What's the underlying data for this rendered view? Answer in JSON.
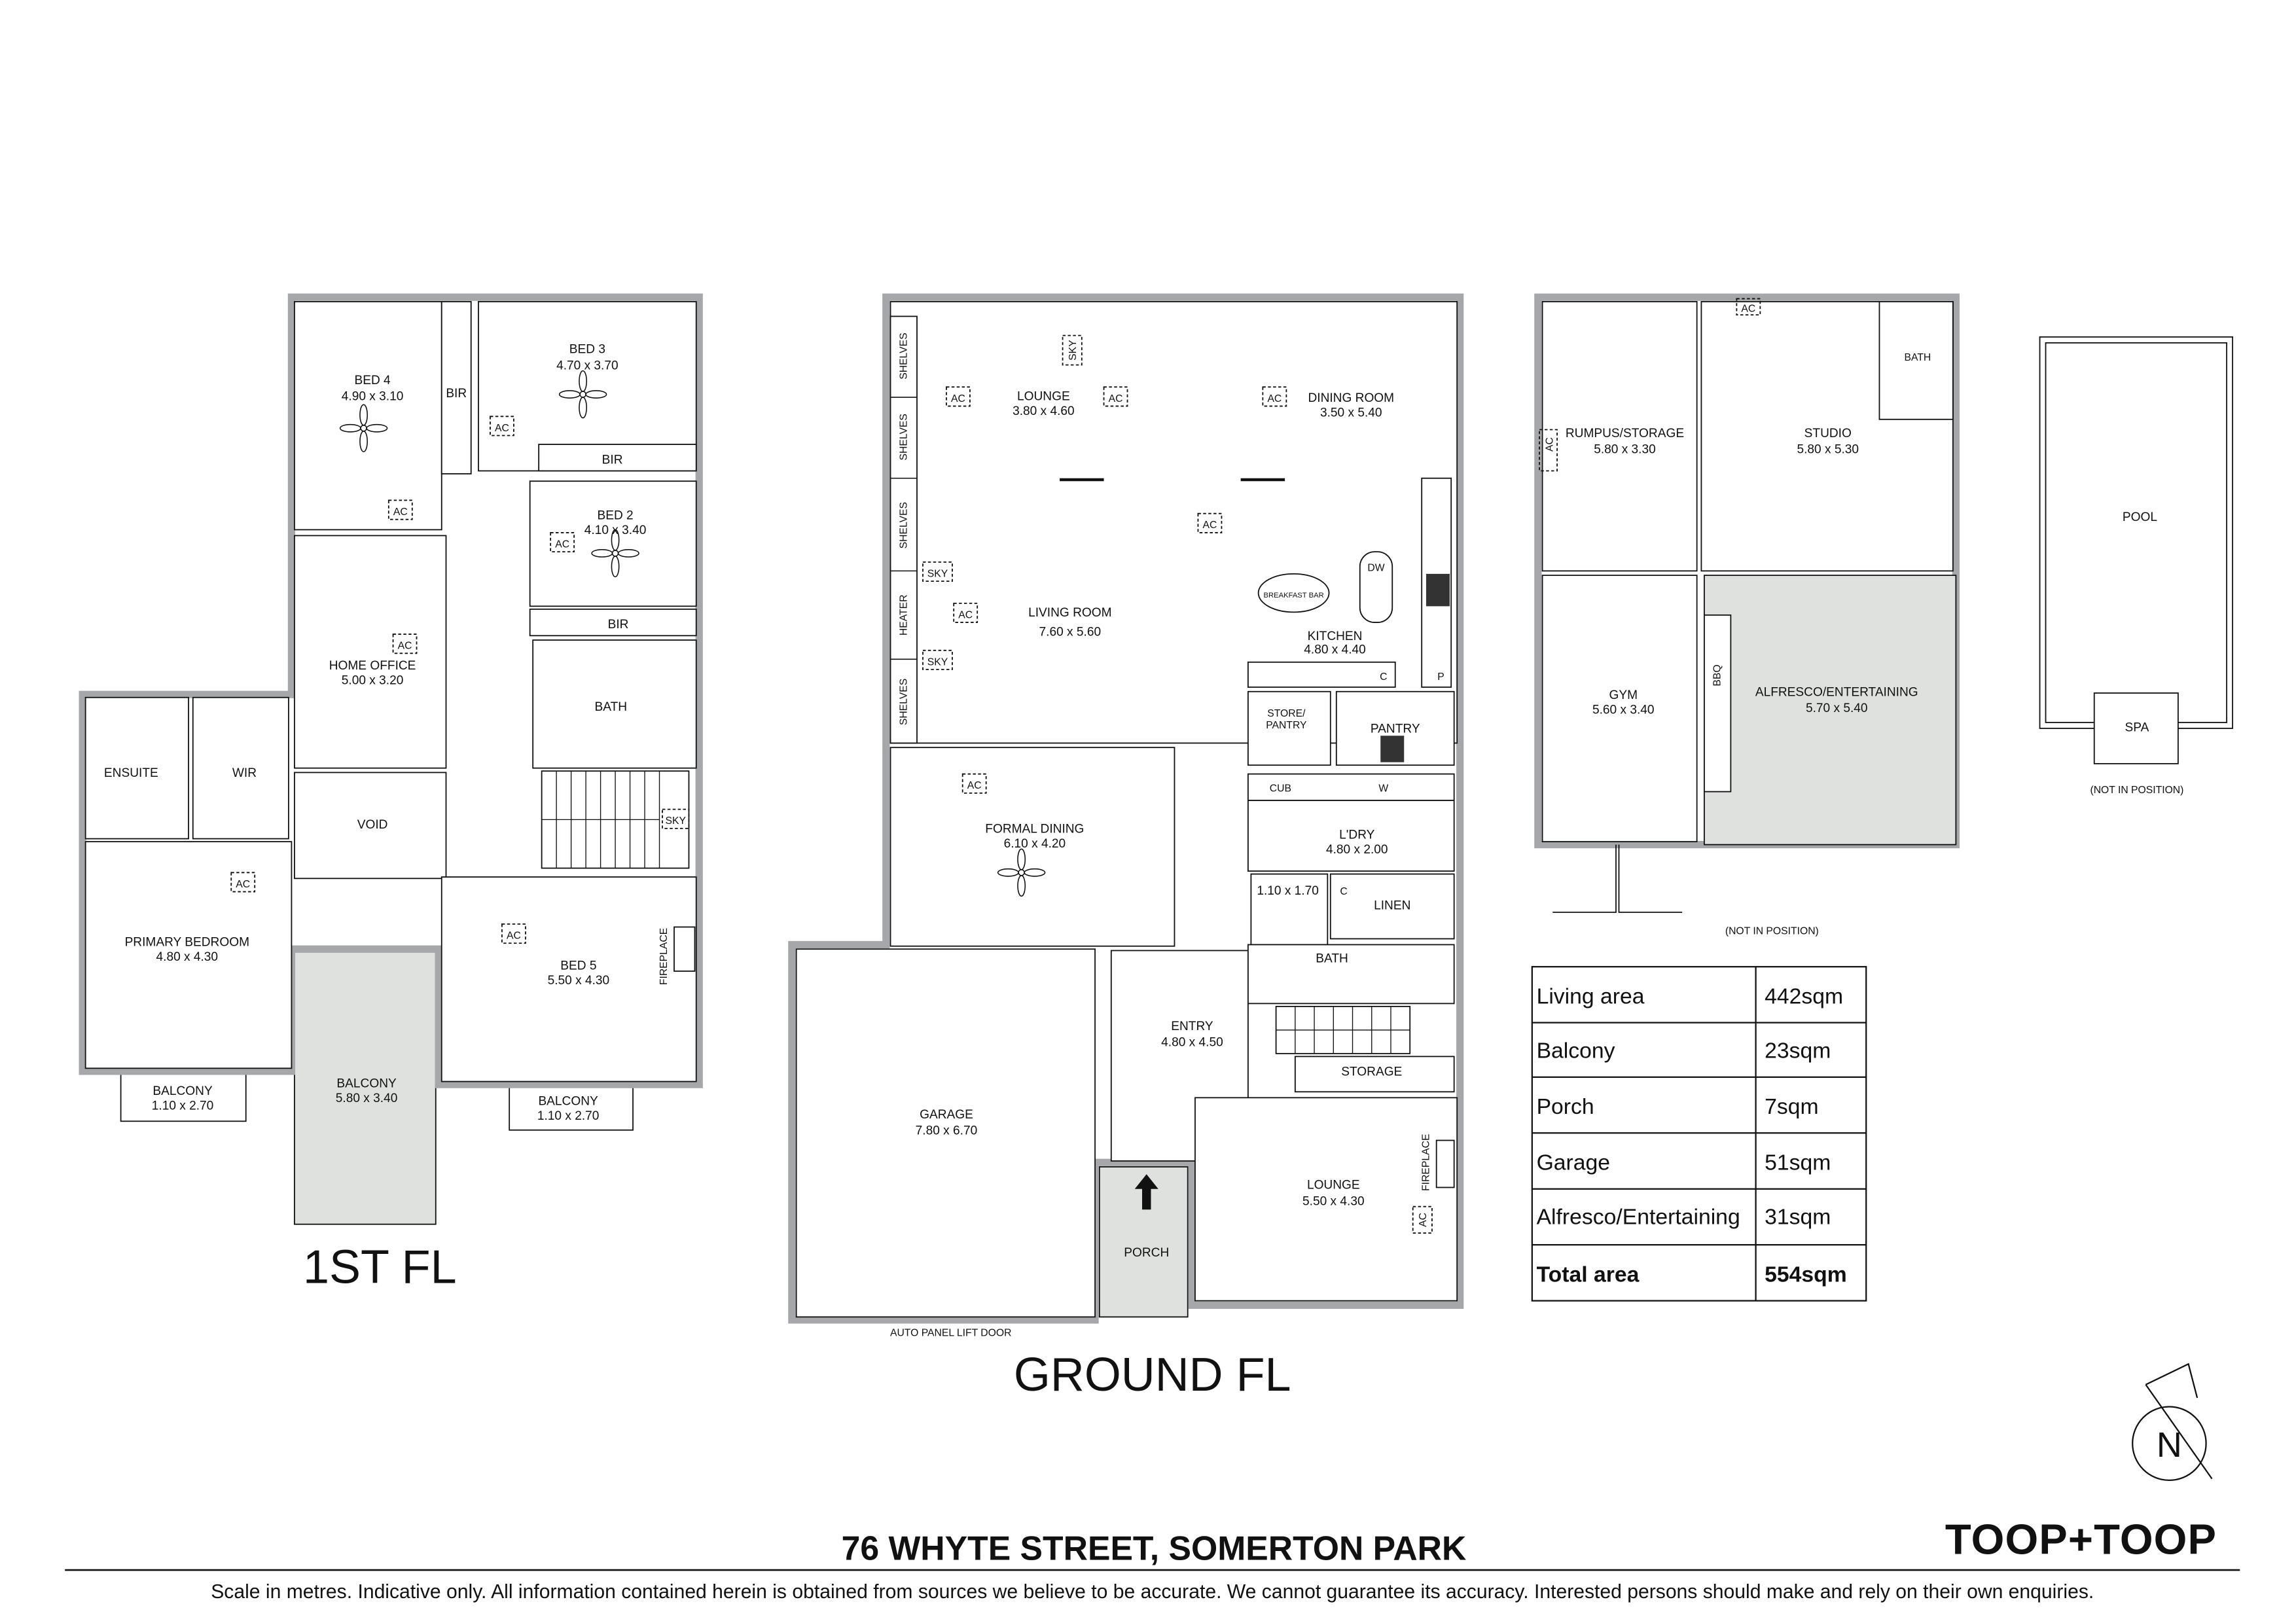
{
  "first_floor": {
    "title": "1ST FL",
    "rooms": [
      {
        "name": "BED 4",
        "dims": "4.90 x 3.10"
      },
      {
        "name": "BIR"
      },
      {
        "name": "BED 3",
        "dims": "4.70 x 3.70"
      },
      {
        "name": "BIR"
      },
      {
        "name": "BED 2",
        "dims": "4.10 x 3.40"
      },
      {
        "name": "BIR"
      },
      {
        "name": "HOME OFFICE",
        "dims": "5.00 x 3.20"
      },
      {
        "name": "BATH"
      },
      {
        "name": "ENSUITE"
      },
      {
        "name": "WIR"
      },
      {
        "name": "VOID"
      },
      {
        "name": "PRIMARY BEDROOM",
        "dims": "4.80 x 4.30"
      },
      {
        "name": "BED 5",
        "dims": "5.50 x 4.30"
      },
      {
        "name": "FIREPLACE"
      },
      {
        "name": "BALCONY",
        "dims": "5.80 x 3.40"
      },
      {
        "name": "BALCONY",
        "dims": "1.10 x 2.70"
      },
      {
        "name": "BALCONY",
        "dims": "1.10 x 2.70"
      }
    ],
    "ac_label": "AC",
    "sky_label": "SKY"
  },
  "ground_floor": {
    "title": "GROUND FL",
    "rooms": [
      {
        "name": "LOUNGE",
        "dims": "3.80 x 4.60"
      },
      {
        "name": "DINING ROOM",
        "dims": "3.50 x 5.40"
      },
      {
        "name": "LIVING ROOM",
        "dims": "7.60 x 5.60"
      },
      {
        "name": "KITCHEN",
        "dims": "4.80 x 4.40"
      },
      {
        "name": "STORE/",
        "dims": "PANTRY"
      },
      {
        "name": "PANTRY"
      },
      {
        "name": "L'DRY",
        "dims": "4.80 x 2.00"
      },
      {
        "name": "FORMAL DINING",
        "dims": "6.10 x 4.20"
      },
      {
        "name": "",
        "dims": "1.10 x 1.70"
      },
      {
        "name": "LINEN"
      },
      {
        "name": "BATH"
      },
      {
        "name": "ENTRY",
        "dims": "4.80 x 4.50"
      },
      {
        "name": "STORAGE"
      },
      {
        "name": "GARAGE",
        "dims": "7.80 x 6.70"
      },
      {
        "name": "LOUNGE",
        "dims": "5.50 x 4.30"
      },
      {
        "name": "FIREPLACE"
      },
      {
        "name": "PORCH"
      }
    ],
    "shelves_label": "SHELVES",
    "heater_label": "HEATER",
    "breakfast_bar": "BREAKFAST BAR",
    "dw_label": "DW",
    "cupboard": "C",
    "p_label": "P",
    "cub_label": "CUB",
    "w_label": "W",
    "garage_door": "AUTO PANEL LIFT DOOR",
    "ac_label": "AC",
    "sky_label": "SKY"
  },
  "outbuilding": {
    "rooms": [
      {
        "name": "RUMPUS/STORAGE",
        "dims": "5.80 x 3.30"
      },
      {
        "name": "STUDIO",
        "dims": "5.80 x 5.30"
      },
      {
        "name": "BATH"
      },
      {
        "name": "GYM",
        "dims": "5.60 x 3.40"
      },
      {
        "name": "BBQ"
      },
      {
        "name": "ALFRESCO/ENTERTAINING",
        "dims": "5.70 x 5.40"
      }
    ],
    "ac_label": "AC",
    "note": "(NOT IN POSITION)"
  },
  "pool": {
    "pool_label": "POOL",
    "spa_label": "SPA",
    "note": "(NOT IN POSITION)"
  },
  "area_table": {
    "rows": [
      {
        "label": "Living area",
        "value": "442sqm"
      },
      {
        "label": "Balcony",
        "value": "23sqm"
      },
      {
        "label": "Porch",
        "value": "7sqm"
      },
      {
        "label": "Garage",
        "value": "51sqm"
      },
      {
        "label": "Alfresco/Entertaining",
        "value": "31sqm"
      }
    ],
    "total": {
      "label": "Total area",
      "value": "554sqm"
    }
  },
  "compass": {
    "label": "N"
  },
  "footer": {
    "address": "76 WHYTE STREET, SOMERTON PARK",
    "logo": "TOOP+TOOP",
    "disclaimer": "Scale in metres. Indicative only. All information contained herein is obtained from sources we believe to be accurate. We cannot guarantee its accuracy. Interested persons should make and rely on their own enquiries."
  }
}
